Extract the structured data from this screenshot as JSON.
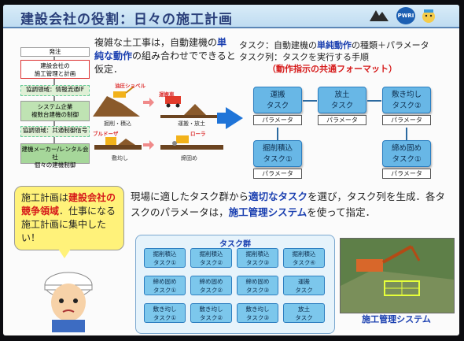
{
  "header": {
    "title": "建設会社の役割：日々の施工計画",
    "logo_text": "PWRI"
  },
  "flow": {
    "top": "発注",
    "main": [
      "建設会社の",
      "施工管理と計画"
    ],
    "if_a": "協調領域：情報流通IF",
    "sys": [
      "システム企業",
      "複数台建機の制御"
    ],
    "if_b": "協調領域：共通制御信号",
    "mfr": [
      "建機メーカー/レンタル会社",
      "個々の建機制御"
    ]
  },
  "context": {
    "pre": "複雑な土工事は，自動建機の",
    "hl": "単純な動作",
    "post": "の組み合わせでできると仮定．"
  },
  "definition": {
    "line1_pre": "タスク：自動建機の",
    "line1_hl": "単純動作",
    "line1_post": "の種類＋パラメータ",
    "line2": "タスク列：タスクを実行する手順",
    "line3": "（動作指示の共通フォーマット）"
  },
  "scenes": {
    "s1_label": "掘削・積込",
    "s2_label": "運搬・放土",
    "s3_label": "敷均し",
    "s4_label": "締固め",
    "tag_backhoe": "油圧ショベル",
    "tag_dump": "運搬車",
    "tag_bulldozer": "ブルドーザ",
    "tag_roller": "ローラ"
  },
  "tasks": {
    "unpan": [
      "運搬",
      "タスク"
    ],
    "houdo": [
      "放土",
      "タスク"
    ],
    "shikinarashi": [
      "敷き均し",
      "タスク②"
    ],
    "kussaku": [
      "掘削積込",
      "タスク①"
    ],
    "shimekatame": [
      "締め固め",
      "タスク①"
    ],
    "param": "パラメータ"
  },
  "bubble": {
    "l1_pre": "施工計画は",
    "l1_red": "建設会社の競争領域",
    "l2": "．仕事になる施工計画に集中したい！"
  },
  "select": {
    "pre": "現場に適したタスク群から",
    "hl1": "適切なタスク",
    "mid": "を選び，タスク列を生成．各タスクのパラメータは，",
    "hl2": "施工管理システム",
    "post": "を使って指定．"
  },
  "taskgroup": {
    "title": "タスク群",
    "chips": [
      [
        "掘削積込",
        "タスク①"
      ],
      [
        "掘削積込",
        "タスク②"
      ],
      [
        "掘削積込",
        "タスク③"
      ],
      [
        "掘削積込",
        "タスク④"
      ],
      [
        "締め固め",
        "タスク①"
      ],
      [
        "締め固め",
        "タスク②"
      ],
      [
        "締め固め",
        "タスク③"
      ],
      [
        "運搬",
        "タスク"
      ],
      [
        "敷き均し",
        "タスク①"
      ],
      [
        "敷き均し",
        "タスク②"
      ],
      [
        "敷き均し",
        "タスク③"
      ],
      [
        "放土",
        "タスク"
      ]
    ]
  },
  "photo_caption": "施工管理システム",
  "colors": {
    "accent_blue": "#1a3fb0",
    "task_blue": "#68b7e6",
    "highlight_red": "#d61a1a",
    "bubble_yellow": "#fff27a"
  }
}
